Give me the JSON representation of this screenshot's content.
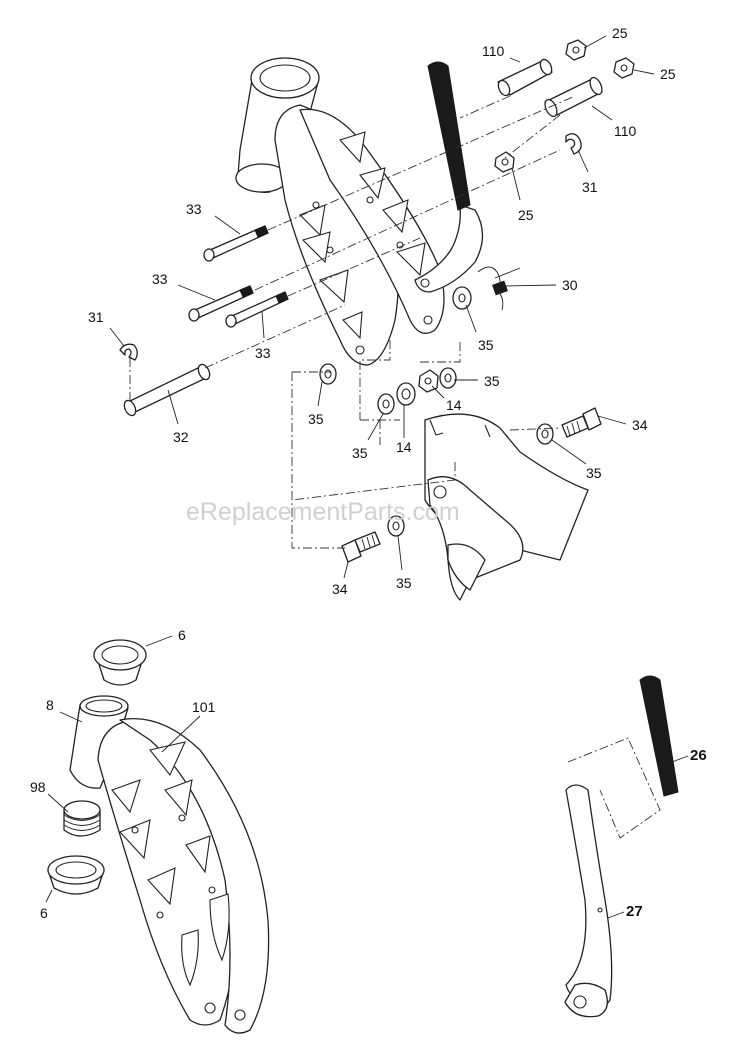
{
  "watermark": "eReplacementParts.com",
  "callouts": {
    "c25a": "25",
    "c25b": "25",
    "c25c": "25",
    "c110a": "110",
    "c110b": "110",
    "c31a": "31",
    "c31b": "31",
    "c33a": "33",
    "c33b": "33",
    "c33c": "33",
    "c30": "30",
    "c32": "32",
    "c35a": "35",
    "c35b": "35",
    "c35c": "35",
    "c35d": "35",
    "c35e": "35",
    "c35f": "35",
    "c14a": "14",
    "c14b": "14",
    "c34a": "34",
    "c34b": "34",
    "c6a": "6",
    "c6b": "6",
    "c8": "8",
    "c101": "101",
    "c98": "98",
    "c26": "26",
    "c27": "27"
  },
  "colors": {
    "line": "#222222",
    "grip": "#1a1a1a",
    "watermark": "#d0d0d0"
  }
}
